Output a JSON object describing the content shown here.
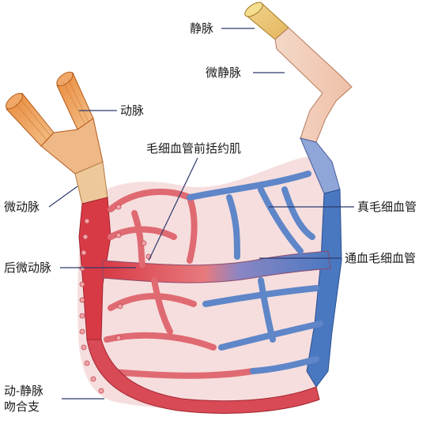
{
  "diagram": {
    "colors": {
      "artery": "#e2a15a",
      "arteriole_red": "#d83a45",
      "vein_blue": "#4a78c0",
      "vein_tan": "#e0c06a",
      "capillary_bg": "#f3c9c9",
      "leader_line": "#2b3a6e"
    },
    "labels": {
      "vein": "静脉",
      "venule": "微静脉",
      "artery": "动脉",
      "precapillary_sphincter": "毛细血管前括约肌",
      "arteriole": "微动脉",
      "true_capillary": "真毛细血管",
      "metarteriole": "后微动脉",
      "thoroughfare_channel": "通血毛细血管",
      "av_anastomosis_line1": "动-静脉",
      "av_anastomosis_line2": "吻合支"
    }
  }
}
